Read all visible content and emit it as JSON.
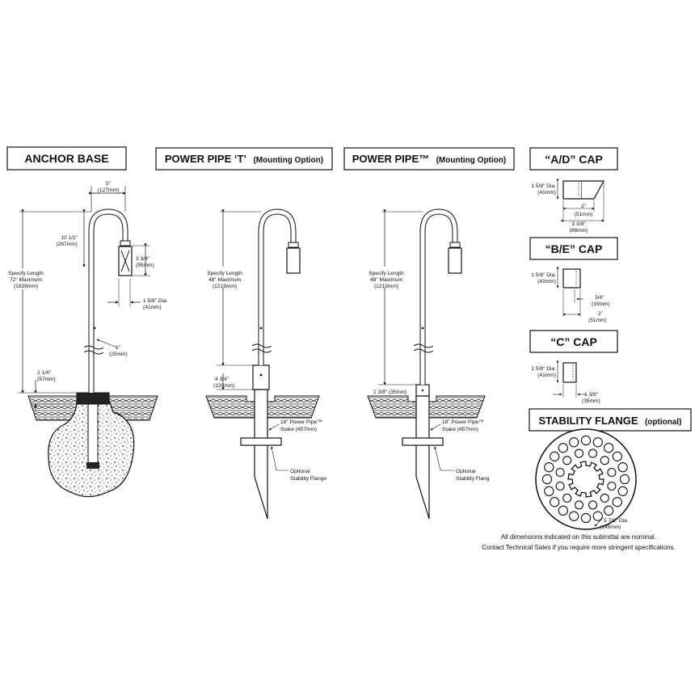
{
  "panels": {
    "anchor_base": {
      "title": "ANCHOR BASE",
      "dim_width": [
        "5\"",
        "(127mm)"
      ],
      "dim_rise": [
        "10 1/2\"",
        "(267mm)"
      ],
      "dim_head": [
        "3 3/4\"",
        "(95mm)"
      ],
      "dim_dia": [
        "1 5/8\" Dia.",
        "(41mm)"
      ],
      "dim_length": [
        "Specify Length",
        "72\" Maximum",
        "(1829mm)"
      ],
      "dim_pipe": [
        "1\"",
        "(25mm)"
      ],
      "dim_base": [
        "2 1/4\"",
        "(57mm)"
      ]
    },
    "power_pipe_t": {
      "title": "POWER PIPE ‘T’",
      "subtitle": "(Mounting Option)",
      "dim_length": [
        "Specify Length",
        "48\" Maximum",
        "(1219mm)"
      ],
      "dim_coupler": [
        "4 3/4\"",
        "(120mm)"
      ],
      "dim_stake": [
        "18\" Power Pipe™",
        "Stake (457mm)"
      ],
      "dim_flange": [
        "Optional",
        "Stability Flange"
      ]
    },
    "power_pipe": {
      "title": "POWER PIPE™",
      "subtitle": "(Mounting Option)",
      "dim_length": [
        "Specify Length",
        "48\" Maximum",
        "(1219mm)"
      ],
      "dim_coupler": "1 3/8\" (35mm)",
      "dim_stake": [
        "18\" Power Pipe™",
        "Stake (457mm)"
      ],
      "dim_flange": [
        "Optional",
        "Stability Flang"
      ]
    },
    "cap_ad": {
      "title": "“A/D” CAP",
      "dim_dia": [
        "1 5/8\" Dia.",
        "(41mm)"
      ],
      "dim_a": [
        "2\"",
        "(51mm)"
      ],
      "dim_b": [
        "3 3/8\"",
        "(86mm)"
      ]
    },
    "cap_be": {
      "title": "“B/E” CAP",
      "dim_dia": [
        "1 5/8\" Dia.",
        "(41mm)"
      ],
      "dim_a": [
        "3/4\"",
        "(19mm)"
      ],
      "dim_b": [
        "2\"",
        "(51mm)"
      ]
    },
    "cap_c": {
      "title": "“C” CAP",
      "dim_dia": [
        "1 5/8\" Dia.",
        "(41mm)"
      ],
      "dim_a": [
        "1 3/8\"",
        "(35mm)"
      ]
    },
    "stability_flange": {
      "title": "STABILITY FLANGE",
      "subtitle": "(optional)",
      "dim_dia": [
        "5 7/8\" Dia.",
        "(149mm)"
      ]
    }
  },
  "footnote": [
    "All dimensions indicated on this submittal are nominal.",
    "Contact Technical Sales if you require more stringent specifications."
  ]
}
